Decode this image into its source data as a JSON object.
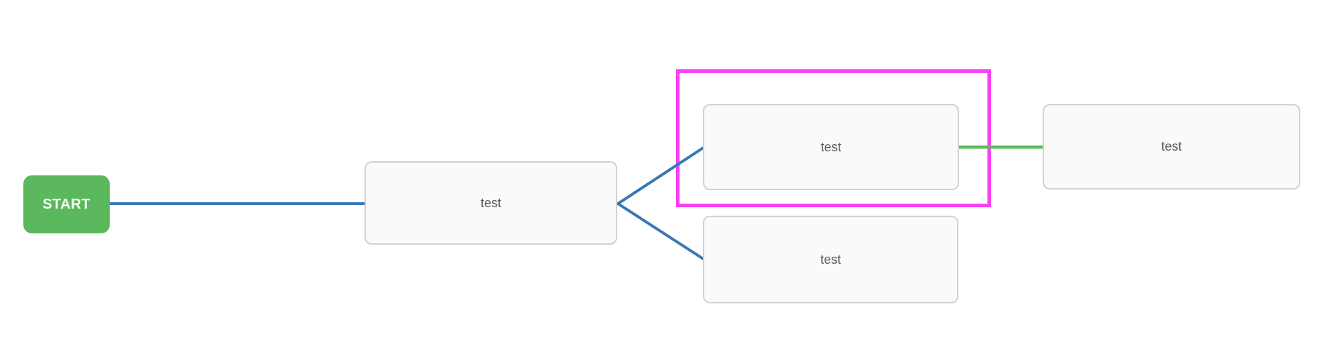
{
  "nodes": {
    "start": {
      "label": "START"
    },
    "left": {
      "label": "test"
    },
    "top": {
      "label": "test",
      "selected": true
    },
    "bottom": {
      "label": "test"
    },
    "right": {
      "label": "test"
    }
  },
  "edges": [
    {
      "from": "start",
      "to": "left",
      "color": "blue"
    },
    {
      "from": "left",
      "to": "top",
      "color": "blue"
    },
    {
      "from": "left",
      "to": "bottom",
      "color": "blue"
    },
    {
      "from": "top",
      "to": "right",
      "color": "green"
    }
  ],
  "colors": {
    "canvas_background": "#ffffff",
    "start_node_background": "#5cb85c",
    "start_node_text": "#ffffff",
    "node_background": "#fafafa",
    "node_border": "#d2d2d2",
    "node_text": "#58585a",
    "connector_blue": "#3879b5",
    "connector_green": "#5cb85c",
    "selection_outline": "#fa3ff7"
  }
}
